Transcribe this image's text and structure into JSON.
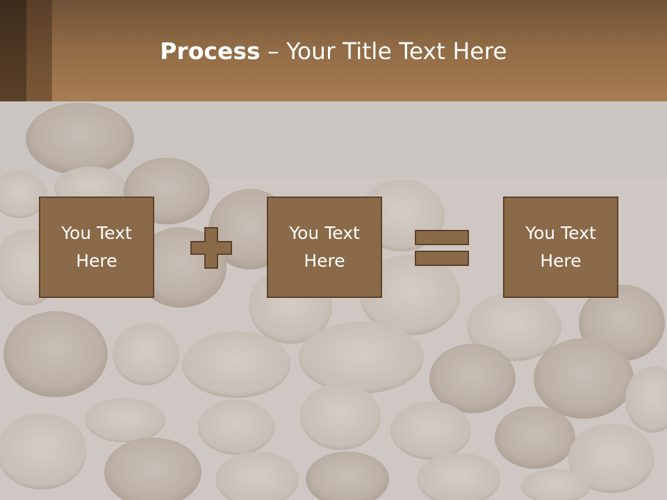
{
  "title": {
    "bold_part": "Process",
    "rest": " – Your Title Text Here"
  },
  "boxes": [
    {
      "label": "You Text\nHere"
    },
    {
      "label": "You Text\nHere"
    },
    {
      "label": "You Text\nHere"
    }
  ],
  "operators": [
    "plus-icon",
    "equals-icon"
  ],
  "colors": {
    "header": "#a77d52",
    "box_fill": "#8a6a48",
    "box_border": "#5c4128",
    "background": "#cdc6c1"
  }
}
